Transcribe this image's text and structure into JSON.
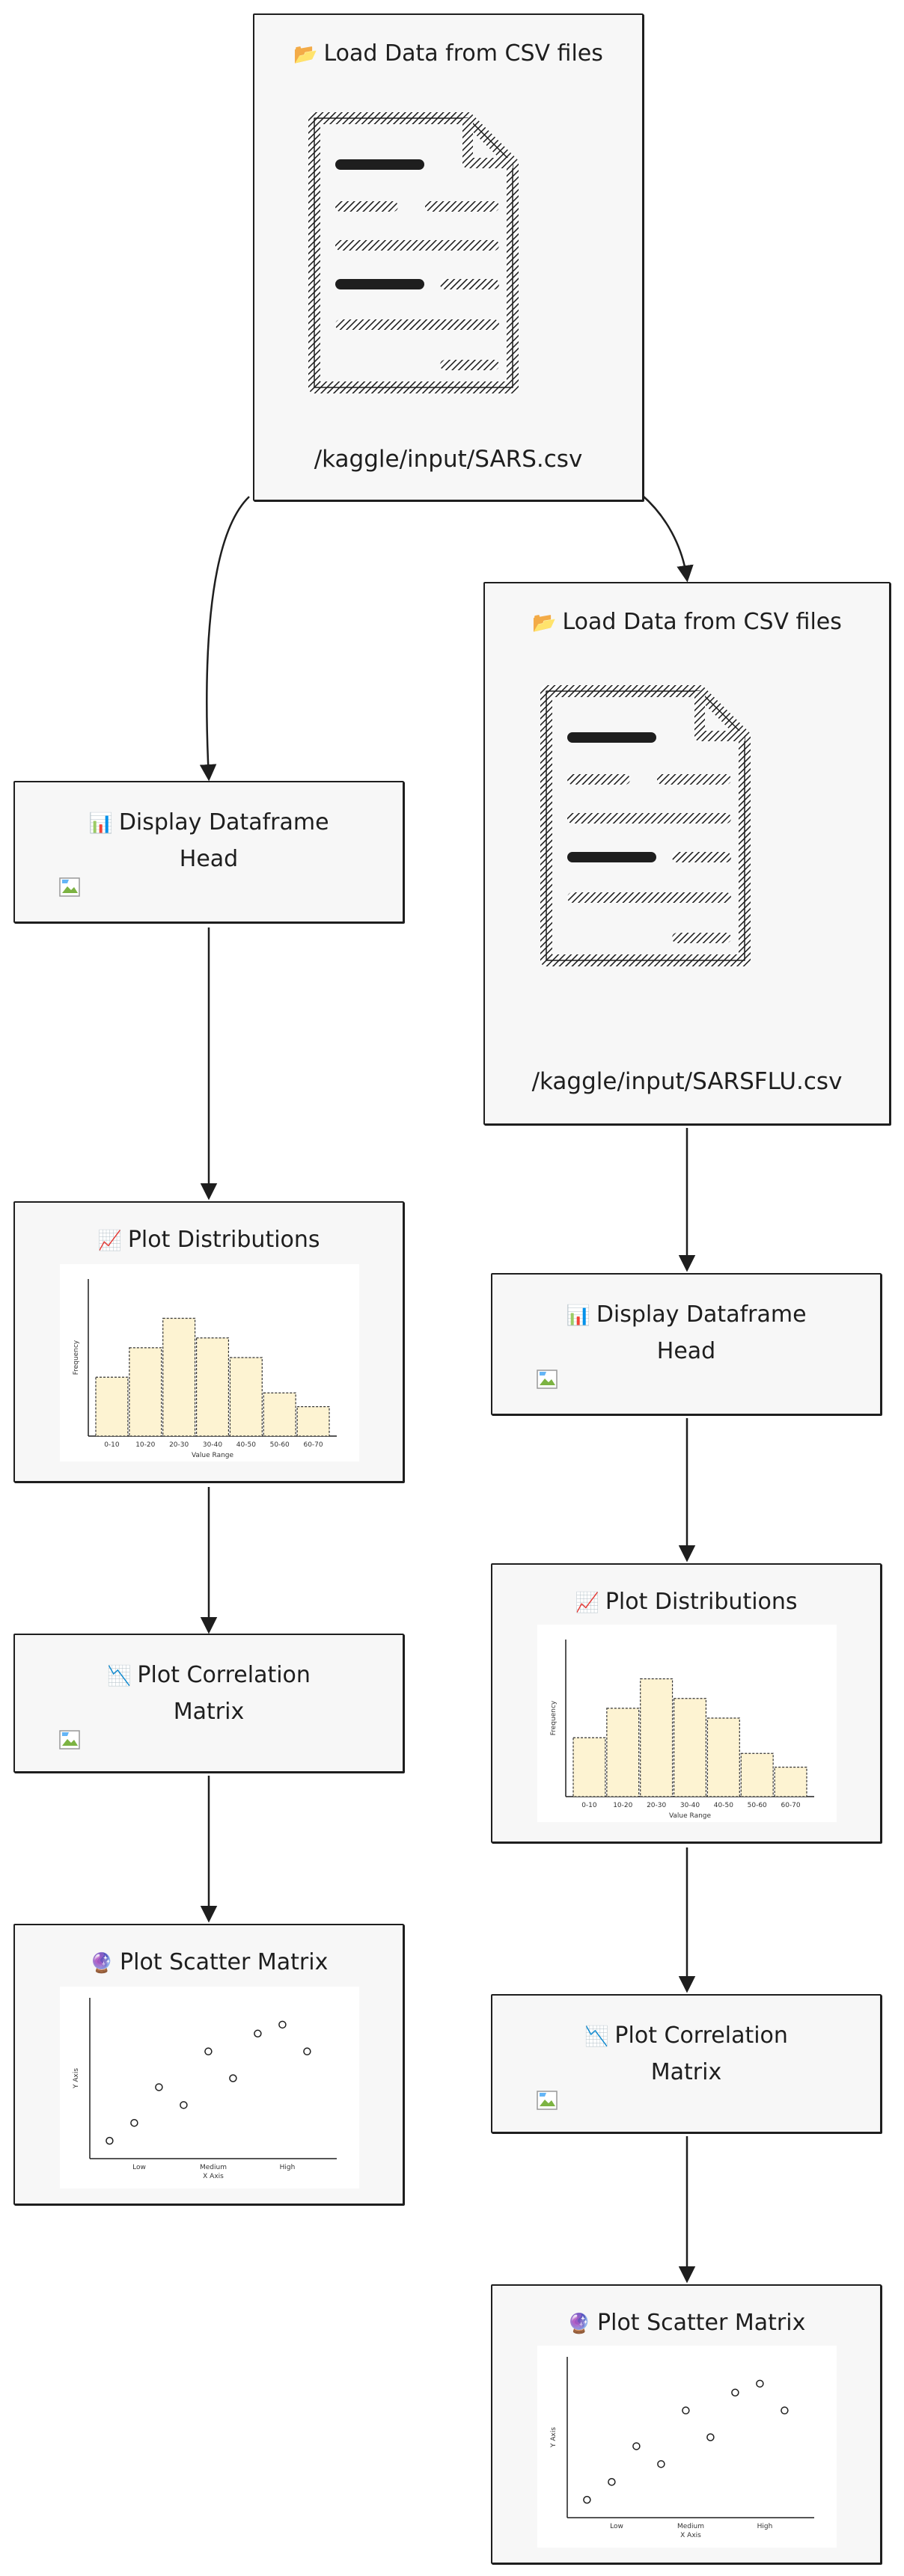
{
  "nodes": {
    "load_sars": {
      "icon": "open-folder-icon",
      "title": "Load Data from CSV files",
      "path": "/kaggle/input/SARS.csv"
    },
    "load_sarsflu": {
      "icon": "open-folder-icon",
      "title": "Load Data from CSV files",
      "path": "/kaggle/input/SARSFLU.csv"
    },
    "head_left": {
      "icon": "bar-chart-icon",
      "title": "Display Dataframe Head"
    },
    "head_right": {
      "icon": "bar-chart-icon",
      "title": "Display Dataframe Head"
    },
    "dist_left": {
      "icon": "chart-increasing-icon",
      "title": "Plot Distributions"
    },
    "dist_right": {
      "icon": "chart-increasing-icon",
      "title": "Plot Distributions"
    },
    "corr_left": {
      "icon": "chart-decreasing-icon",
      "title": "Plot Correlation Matrix"
    },
    "corr_right": {
      "icon": "chart-decreasing-icon",
      "title": "Plot Correlation Matrix"
    },
    "scatter_left": {
      "icon": "crystal-ball-icon",
      "title": "Plot Scatter Matrix"
    },
    "scatter_right": {
      "icon": "crystal-ball-icon",
      "title": "Plot Scatter Matrix"
    }
  },
  "chart_data": [
    {
      "type": "bar",
      "categories": [
        "0-10",
        "10-20",
        "20-30",
        "30-40",
        "40-50",
        "50-60",
        "60-70"
      ],
      "values": [
        30,
        45,
        60,
        50,
        40,
        22,
        15
      ],
      "xlabel": "Value Range",
      "ylabel": "Frequency",
      "ylim": [
        0,
        80
      ],
      "fill_color": "#fdf3d2"
    },
    {
      "type": "scatter",
      "x_categories": [
        "Low",
        "Medium",
        "High"
      ],
      "x": [
        0.4,
        0.9,
        1.4,
        1.9,
        2.4,
        2.9,
        3.4,
        3.9,
        4.4
      ],
      "y": [
        1,
        2,
        4,
        3,
        6,
        4.5,
        7,
        7.5,
        6
      ],
      "xlim": [
        0,
        5
      ],
      "ylim": [
        0,
        9
      ],
      "xlabel": "X Axis",
      "ylabel": "Y Axis"
    }
  ]
}
